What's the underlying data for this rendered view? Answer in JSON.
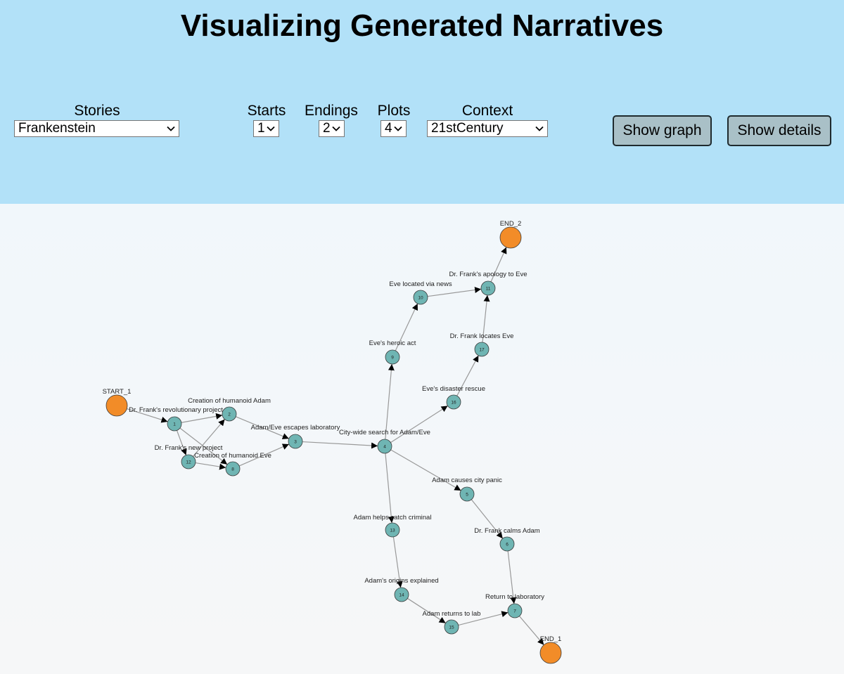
{
  "title": "Visualizing Generated Narratives",
  "controls": {
    "stories": {
      "label": "Stories",
      "value": "Frankenstein"
    },
    "starts": {
      "label": "Starts",
      "value": "1"
    },
    "endings": {
      "label": "Endings",
      "value": "2"
    },
    "plots": {
      "label": "Plots",
      "value": "4"
    },
    "context": {
      "label": "Context",
      "value": "21stCentury"
    }
  },
  "buttons": {
    "show_graph": "Show graph",
    "show_details": "Show details"
  },
  "colors": {
    "header_bg": "#b2e1f8",
    "endpoint_node": "#f28c28",
    "plot_node": "#6fb5b3",
    "edge": "#999999"
  },
  "graph": {
    "nodes": [
      {
        "id": "START_1",
        "label": "START_1",
        "kind": "endpoint"
      },
      {
        "id": "END_2",
        "label": "END_2",
        "kind": "endpoint"
      },
      {
        "id": "END_1",
        "label": "END_1",
        "kind": "endpoint"
      },
      {
        "id": "1",
        "label": "Dr. Frank's revolutionary project",
        "kind": "plot"
      },
      {
        "id": "2",
        "label": "Creation of humanoid Adam",
        "kind": "plot"
      },
      {
        "id": "3",
        "label": "Adam/Eve escapes laboratory",
        "kind": "plot"
      },
      {
        "id": "4",
        "label": "City-wide search for Adam/Eve",
        "kind": "plot"
      },
      {
        "id": "5",
        "label": "Adam causes city panic",
        "kind": "plot"
      },
      {
        "id": "6",
        "label": "Dr. Frank calms Adam",
        "kind": "plot"
      },
      {
        "id": "7",
        "label": "Return to laboratory",
        "kind": "plot"
      },
      {
        "id": "8",
        "label": "Creation of humanoid Eve",
        "kind": "plot"
      },
      {
        "id": "9",
        "label": "Eve's heroic act",
        "kind": "plot"
      },
      {
        "id": "10",
        "label": "Eve located via news",
        "kind": "plot"
      },
      {
        "id": "11",
        "label": "Dr. Frank's apology to Eve",
        "kind": "plot"
      },
      {
        "id": "12",
        "label": "Dr. Frank's new project",
        "kind": "plot"
      },
      {
        "id": "13",
        "label": "Adam helps catch criminal",
        "kind": "plot"
      },
      {
        "id": "14",
        "label": "Adam's origins explained",
        "kind": "plot"
      },
      {
        "id": "15",
        "label": "Adam returns to lab",
        "kind": "plot"
      },
      {
        "id": "16",
        "label": "Eve's disaster rescue",
        "kind": "plot"
      },
      {
        "id": "17",
        "label": "Dr. Frank locates Eve",
        "kind": "plot"
      }
    ],
    "edges": [
      [
        "START_1",
        "1"
      ],
      [
        "1",
        "2"
      ],
      [
        "1",
        "12"
      ],
      [
        "12",
        "2"
      ],
      [
        "12",
        "8"
      ],
      [
        "2",
        "3"
      ],
      [
        "8",
        "3"
      ],
      [
        "1",
        "8"
      ],
      [
        "3",
        "4"
      ],
      [
        "4",
        "9"
      ],
      [
        "9",
        "10"
      ],
      [
        "10",
        "11"
      ],
      [
        "11",
        "END_2"
      ],
      [
        "4",
        "16"
      ],
      [
        "16",
        "17"
      ],
      [
        "17",
        "11"
      ],
      [
        "4",
        "5"
      ],
      [
        "5",
        "6"
      ],
      [
        "6",
        "7"
      ],
      [
        "7",
        "END_1"
      ],
      [
        "4",
        "13"
      ],
      [
        "13",
        "14"
      ],
      [
        "14",
        "15"
      ],
      [
        "15",
        "7"
      ]
    ]
  }
}
